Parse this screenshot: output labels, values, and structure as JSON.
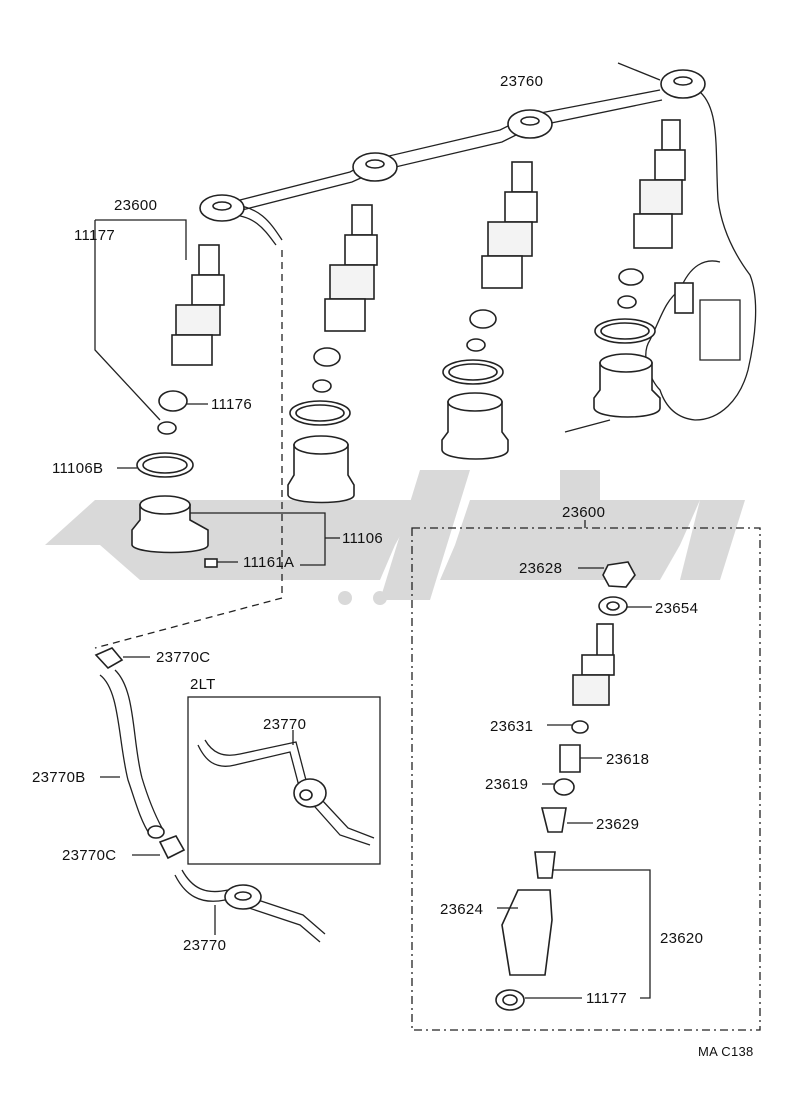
{
  "diagram": {
    "labels": {
      "l23760": "23760",
      "l23600_top": "23600",
      "l11177_top": "11177",
      "l11176": "11176",
      "l11106B": "11106B",
      "l11106": "11106",
      "l11161A": "11161A",
      "l23770C_top": "23770C",
      "l23770B": "23770B",
      "l23770C_bottom": "23770C",
      "l23770_bottom": "23770",
      "l2LT": "2LT",
      "l23770_box": "23770",
      "l23600_box": "23600",
      "l23628": "23628",
      "l23654": "23654",
      "l23631": "23631",
      "l23618": "23618",
      "l23619": "23619",
      "l23629": "23629",
      "l23624": "23624",
      "l23620": "23620",
      "l11177_box": "11177",
      "code": "MA C138"
    },
    "colors": {
      "line": "#222222",
      "watermark": "#d9d9d9"
    }
  }
}
